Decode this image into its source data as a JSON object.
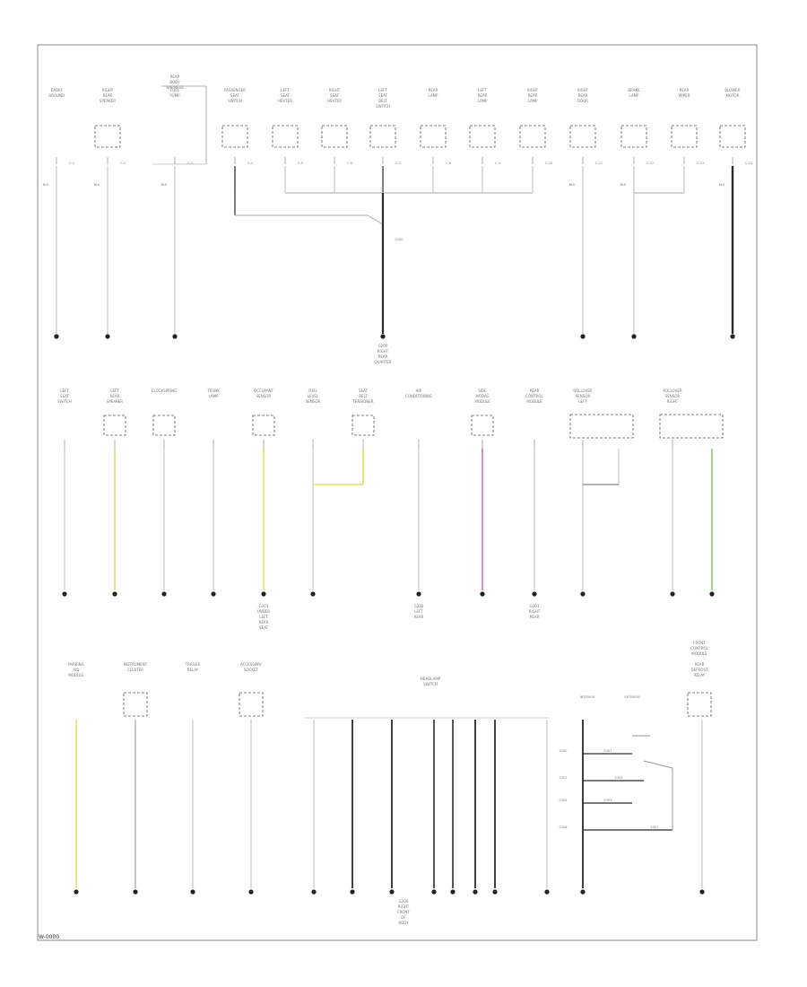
{
  "diagram": {
    "title": "GROUND DISTRIBUTION WIRING DIAGRAM",
    "footer_code": "W-0000",
    "wire_colors": {
      "black": "#2b2b2b",
      "light_gray": "#c8c8c8",
      "yellow": "#e8e07a",
      "violet": "#d47ad4",
      "green": "#8fd27a"
    },
    "rows": [
      {
        "components": [
          {
            "label": "RADIO GROUND"
          },
          {
            "label": "RIGHT REAR SPEAKER"
          },
          {
            "label": "FUEL PUMP"
          },
          {
            "label": "PASSENGER SEAT SWITCH"
          },
          {
            "label": "LEFT SEAT HEATER"
          },
          {
            "label": "RIGHT SEAT HEATER"
          },
          {
            "label": "LEFT SEAT BELT SWITCH"
          },
          {
            "label": "REAR LAMP"
          },
          {
            "label": "LEFT REAR LAMP"
          },
          {
            "label": "RIGHT REAR LAMP"
          },
          {
            "label": "RIGHT REAR DOOR"
          },
          {
            "label": "BRAKE LAMP"
          },
          {
            "label": "REAR WIPER"
          },
          {
            "label": "BLOWER MOTOR"
          }
        ],
        "header_label": "REAR BODY HARNESS",
        "ground_labels": [
          "G200 RIGHT REAR QUARTER"
        ]
      },
      {
        "components": [
          {
            "label": "LEFT SEAT SWITCH"
          },
          {
            "label": "LEFT REAR SPEAKER"
          },
          {
            "label": "CLOCKSPRING"
          },
          {
            "label": "TRUNK LAMP"
          },
          {
            "label": "OCCUPANT SENSOR"
          },
          {
            "label": "FUEL LEVEL SENSOR"
          },
          {
            "label": "SEAT BELT TENSIONER"
          },
          {
            "label": "AIR CONDITIONING"
          },
          {
            "label": "SIDE AIRBAG MODULE"
          },
          {
            "label": "REAR CONTROL MODULE"
          },
          {
            "label": "ROLLOVER SENSOR LEFT"
          },
          {
            "label": "ROLLOVER SENSOR RIGHT"
          }
        ],
        "ground_labels": [
          "G201 UNDER LEFT REAR SEAT",
          "G202 LEFT REAR",
          "G203 RIGHT REAR"
        ]
      },
      {
        "components": [
          {
            "label": "PARKING AID MODULE"
          },
          {
            "label": "INSTRUMENT CLUSTER"
          },
          {
            "label": "TRAILER RELAY"
          },
          {
            "label": "ACCESSORY SOCKET"
          },
          {
            "label": "REAR DEFROST RELAY"
          }
        ],
        "header_label": "HEADLAMP SWITCH",
        "module_label": "FRONT CONTROL MODULE",
        "ground_labels": [
          "G300 RIGHT FRONT OF BODY"
        ]
      }
    ],
    "row3_splice_labels": [
      "S300",
      "S301",
      "S302",
      "S303",
      "S304",
      "S305",
      "S306",
      "S307"
    ],
    "row3_pin_labels": [
      "INTERIOR",
      "EXTERIOR"
    ]
  }
}
